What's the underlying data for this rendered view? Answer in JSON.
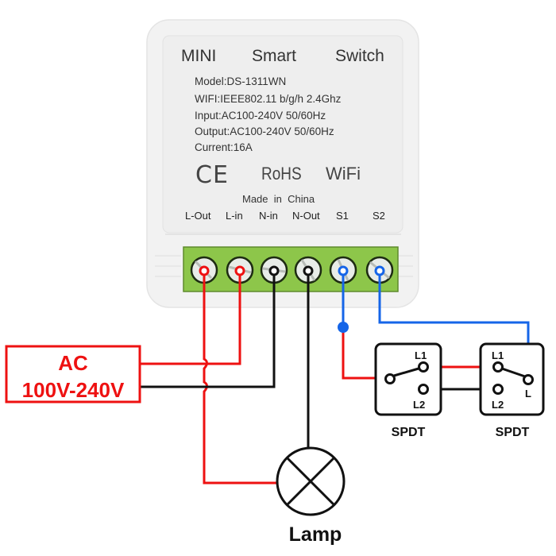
{
  "device": {
    "title_words": [
      "MINI",
      "Smart",
      "Switch"
    ],
    "specs": [
      "Model:DS-1311WN",
      "WIFI:IEEE802.11 b/g/h 2.4Ghz",
      "Input:AC100-240V 50/60Hz",
      "Output:AC100-240V 50/60Hz",
      "Current:16A"
    ],
    "cert_ce": "CE",
    "cert_rohs": "RoHS",
    "cert_wifi": "WiFi",
    "origin": "Made  in  China",
    "terminals": [
      "L-Out",
      "L-in",
      "N-in",
      "N-Out",
      "S1",
      "S2"
    ]
  },
  "power_source": {
    "line1": "AC",
    "line2": "100V-240V"
  },
  "switch1": {
    "l1": "L1",
    "l2": "L2",
    "caption": "SPDT"
  },
  "switch2": {
    "l1": "L1",
    "l2": "L2",
    "l": "L",
    "caption": "SPDT"
  },
  "lamp": {
    "caption": "Lamp"
  },
  "colors": {
    "live": "#ee1111",
    "neutral": "#111111",
    "switch_wire": "#1565e8",
    "terminal_block": "#8dc64a",
    "device_body": "#f2f2f2"
  }
}
